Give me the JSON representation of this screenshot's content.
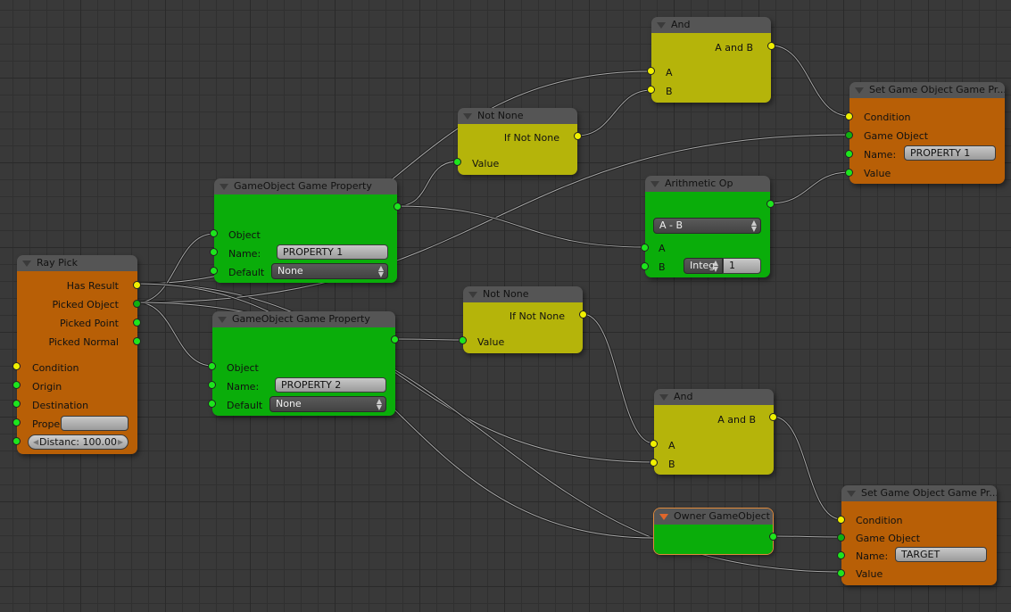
{
  "editor": {
    "type": "logic-node-editor",
    "background_color": "#393939",
    "socket_colors": {
      "condition": "#f0f000",
      "value": "#1de51d"
    },
    "node_colors": {
      "action": "#b85f06",
      "parameter": "#0aad0a",
      "condition": "#b5b40a"
    }
  },
  "nodes": {
    "ray_pick": {
      "title": "Ray Pick",
      "outputs": [
        "Has Result",
        "Picked Object",
        "Picked Point",
        "Picked Normal"
      ],
      "inputs": [
        "Condition",
        "Origin",
        "Destination",
        "Prope"
      ],
      "property_value": "",
      "distance_label": "Distanc:",
      "distance_value": "100.00"
    },
    "gameobject_prop_1": {
      "title": "GameObject Game Property",
      "inputs": [
        "Object",
        "Name:",
        "Default"
      ],
      "name_value": "PROPERTY 1",
      "default_value": "None"
    },
    "gameobject_prop_2": {
      "title": "GameObject Game Property",
      "inputs": [
        "Object",
        "Name:",
        "Default"
      ],
      "name_value": "PROPERTY 2",
      "default_value": "None"
    },
    "not_none_1": {
      "title": "Not None",
      "output": "If Not None",
      "input": "Value"
    },
    "not_none_2": {
      "title": "Not None",
      "output": "If Not None",
      "input": "Value"
    },
    "and_1": {
      "title": "And",
      "output": "A and B",
      "inputs": [
        "A",
        "B"
      ]
    },
    "and_2": {
      "title": "And",
      "output": "A and B",
      "inputs": [
        "A",
        "B"
      ]
    },
    "arithmetic_op": {
      "title": "Arithmetic Op",
      "operation": "A - B",
      "inputs": [
        "A",
        "B"
      ],
      "b_type": "Integ",
      "b_value": "1"
    },
    "set_prop_1": {
      "title": "Set Game Object Game Pr...",
      "inputs": [
        "Condition",
        "Game Object",
        "Name:",
        "Value"
      ],
      "name_value": "PROPERTY 1"
    },
    "set_prop_2": {
      "title": "Set Game Object Game Pr...",
      "inputs": [
        "Condition",
        "Game Object",
        "Name:",
        "Value"
      ],
      "name_value": "TARGET"
    },
    "owner": {
      "title": "Owner GameObject"
    }
  }
}
